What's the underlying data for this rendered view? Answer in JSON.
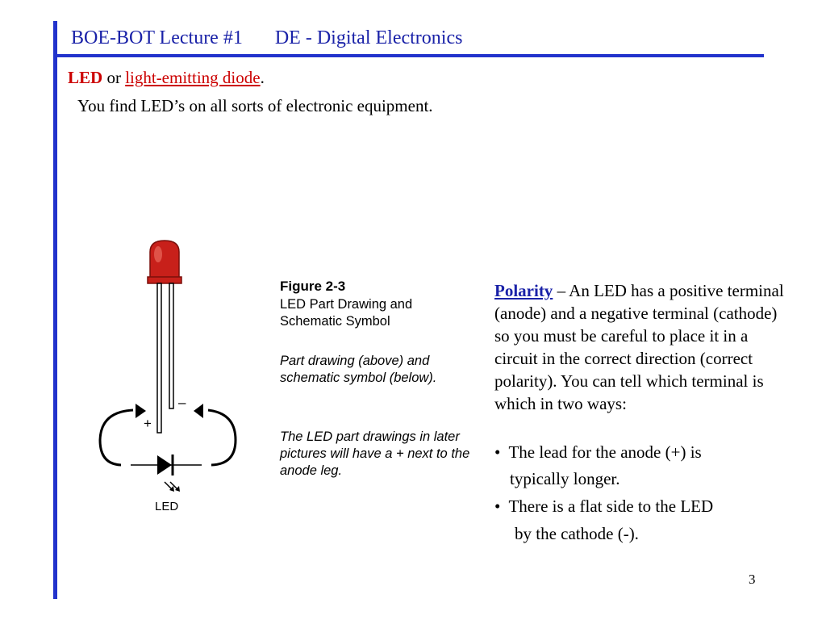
{
  "header": {
    "title_left": "BOE-BOT Lecture #1",
    "title_right": "DE - Digital Electronics"
  },
  "intro": {
    "led": "LED",
    "or": " or ",
    "link": "light-emitting diode",
    "period": ".",
    "sentence": "You find LED’s on all sorts of electronic equipment."
  },
  "figure": {
    "title": "Figure 2-3",
    "caption": "LED Part Drawing and Schematic Symbol",
    "para1": "Part drawing (above) and schematic symbol (below).",
    "para2": "The LED part drawings in later pictures will have a + next to the anode leg.",
    "plus_label": "+",
    "minus_label": "–",
    "led_label": "LED"
  },
  "polarity": {
    "heading": "Polarity",
    "text": " – An LED has a positive terminal (anode) and a negative terminal (cathode) so you must be careful to place it in a circuit in the correct direction (correct polarity). You can tell which terminal is which in two ways:",
    "bullet1_a": "•  The lead for the anode (+) is",
    "bullet1_b": "typically longer.",
    "bullet2_a": "•  There is a flat side to the LED",
    "bullet2_b": "by the cathode (-)."
  },
  "footer": {
    "page_number": "3"
  },
  "colors": {
    "accent": "#2233cc",
    "led_red": "#cc0000"
  }
}
